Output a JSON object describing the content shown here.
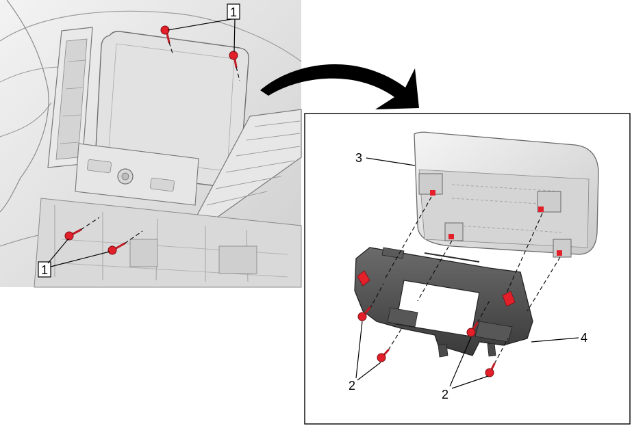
{
  "callouts": {
    "top": "1",
    "left": "1",
    "screen": "3",
    "bracket": "4",
    "bolts_left": "2",
    "bolts_right": "2"
  },
  "colors": {
    "fastener": "#e3202a",
    "line": "#000000",
    "part_light": "#e6e6e6",
    "part_dark": "#4a4a4a"
  },
  "icons": {
    "transition": "curved-arrow-icon",
    "fastener": "bolt-icon"
  }
}
